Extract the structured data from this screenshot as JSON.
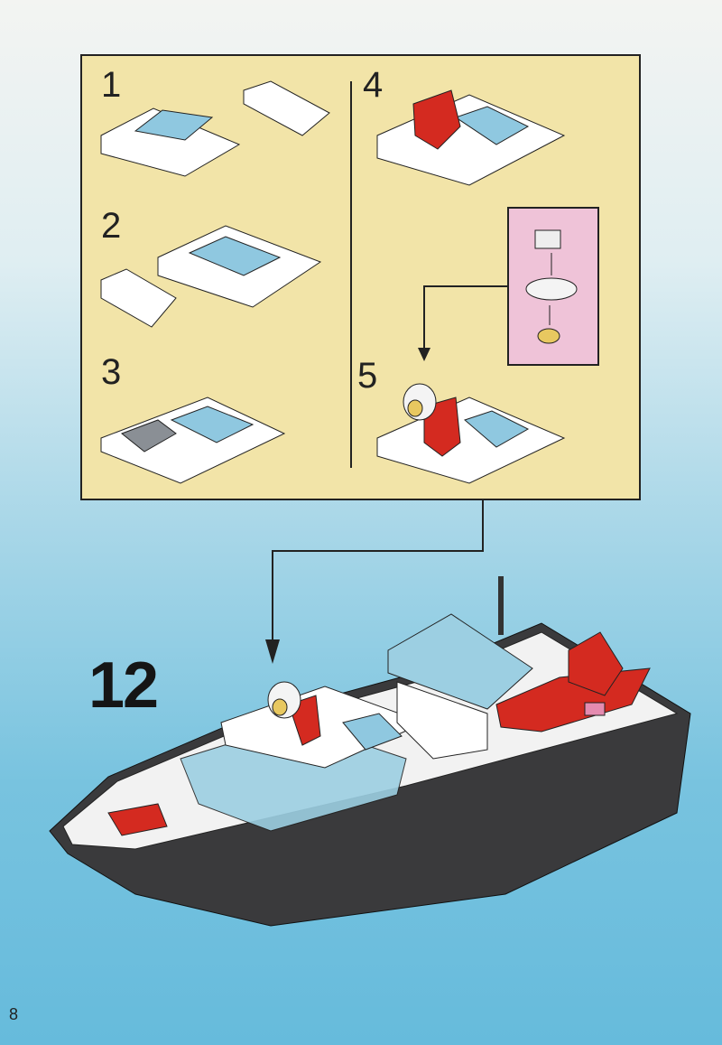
{
  "steps": {
    "s1": "1",
    "s2": "2",
    "s3": "3",
    "s4": "4",
    "s5": "5"
  },
  "main_step": "12",
  "page_number": "8",
  "colors": {
    "panel": "#f2e4a8",
    "callout": "#efc3d8",
    "hull": "#3a3a3c",
    "brick_red": "#d42a20",
    "trans_blue": "#8fc8e0"
  }
}
